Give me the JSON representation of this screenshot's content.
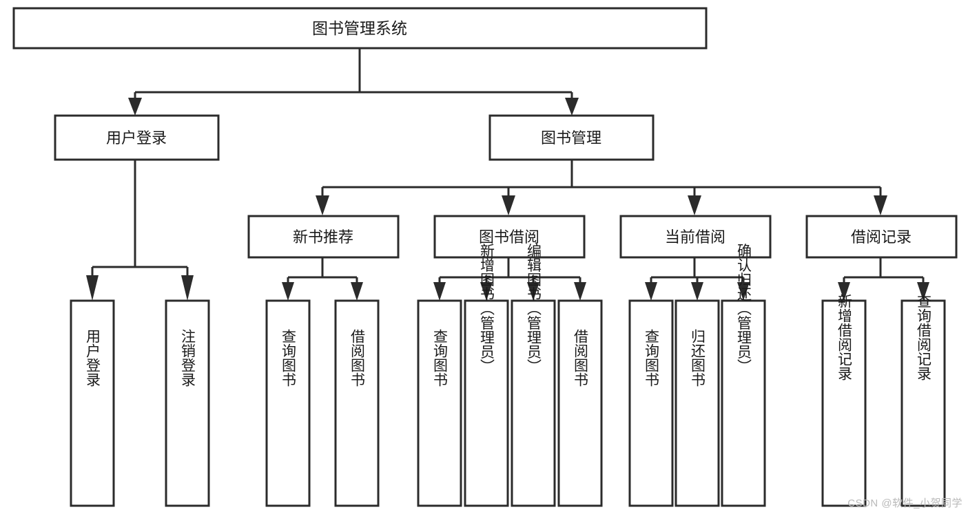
{
  "diagram": {
    "title": "图书管理系统",
    "watermark": "CSDN @软件_小贺同学",
    "colors": {
      "stroke": "#2b2b2b",
      "fill": "#ffffff",
      "text": "#1a1a1a",
      "watermark": "#b9b9b9"
    },
    "root": {
      "label": "图书管理系统"
    },
    "level1": [
      {
        "label": "用户登录"
      },
      {
        "label": "图书管理"
      }
    ],
    "level2": [
      {
        "label": "新书推荐"
      },
      {
        "label": "图书借阅"
      },
      {
        "label": "当前借阅"
      },
      {
        "label": "借阅记录"
      }
    ],
    "leaves": {
      "user_login": [
        {
          "label": "用户登录"
        },
        {
          "label": "注销登录"
        }
      ],
      "new_book_recommend": [
        {
          "label": "查询图书"
        },
        {
          "label": "借阅图书"
        }
      ],
      "book_borrow": [
        {
          "label": "查询图书"
        },
        {
          "label": "新增图书（管理员）"
        },
        {
          "label": "编辑图书（管理员）"
        },
        {
          "label": "借阅图书"
        }
      ],
      "current_borrow": [
        {
          "label": "查询图书"
        },
        {
          "label": "归还图书"
        },
        {
          "label": "确认归还（管理员）"
        }
      ],
      "borrow_record": [
        {
          "label": "新增借阅记录"
        },
        {
          "label": "查询借阅记录"
        }
      ]
    }
  }
}
